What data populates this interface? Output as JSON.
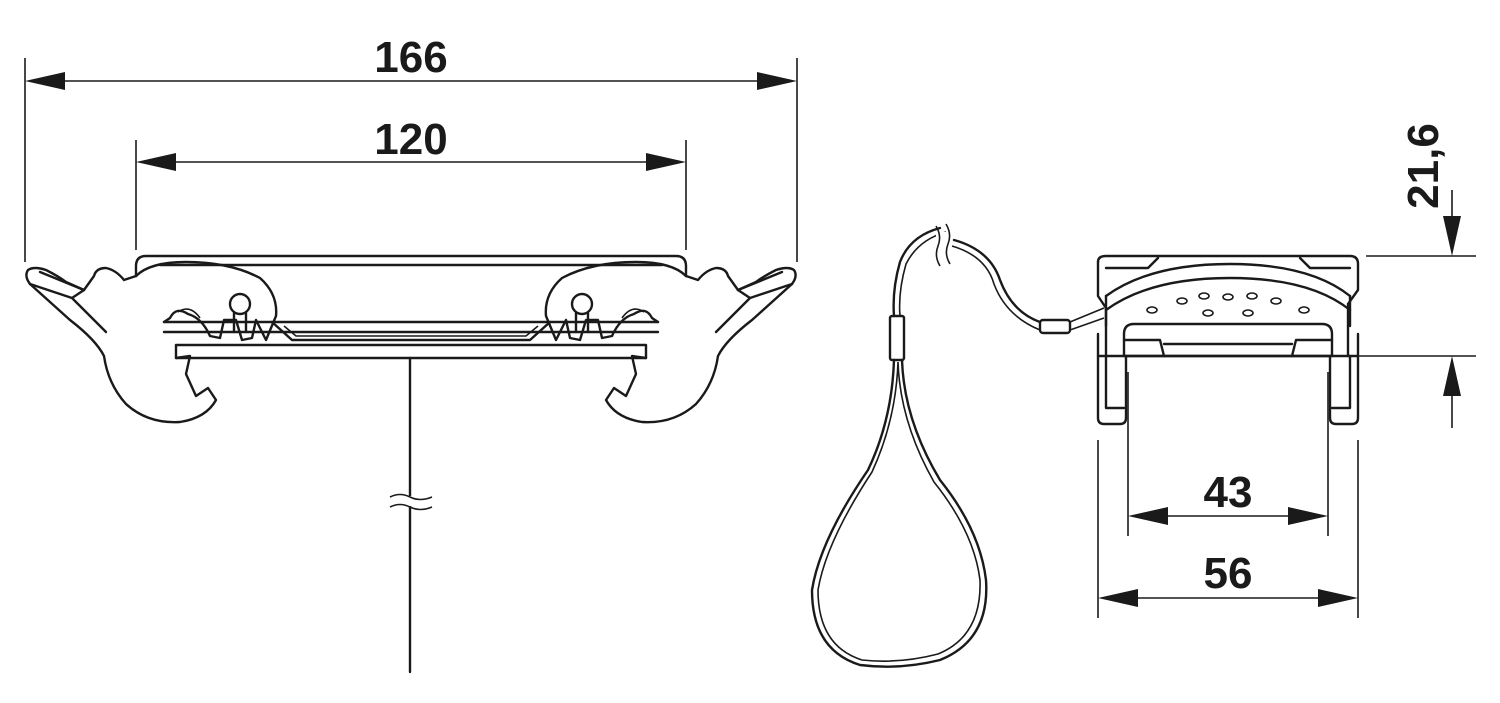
{
  "dimensions": {
    "overall_width": "166",
    "hole_spacing": "120",
    "height": "21,6",
    "inner_width": "43",
    "outer_width": "56"
  },
  "colors": {
    "line": "#1a1a1a",
    "background": "#ffffff"
  }
}
